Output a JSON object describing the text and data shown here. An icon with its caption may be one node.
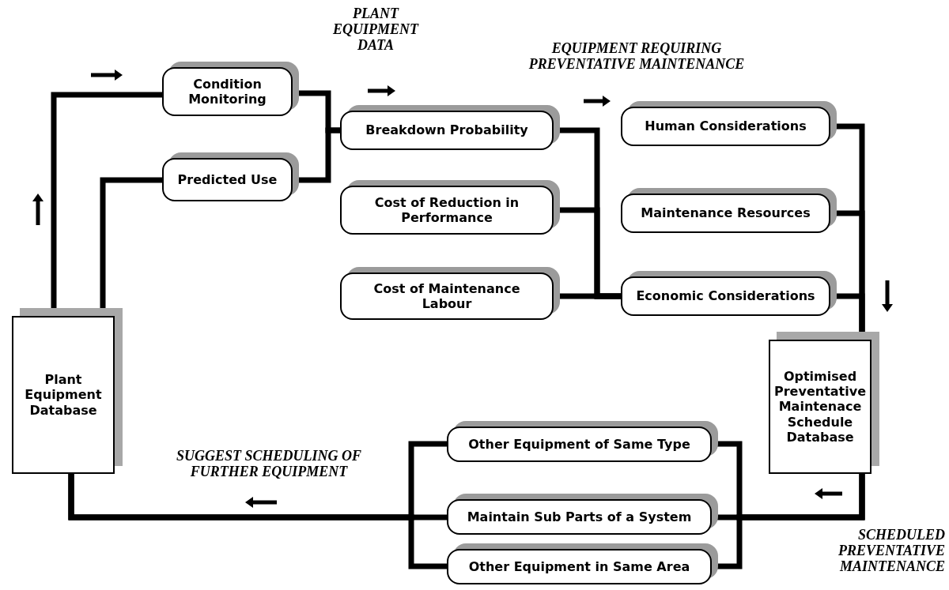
{
  "diagram": {
    "nodes": [
      {
        "text": [
          "Plant Equipment Database"
        ]
      },
      {
        "text": [
          "Condition Monitoring"
        ]
      },
      {
        "text": [
          "Predicted Use"
        ]
      },
      {
        "text": [
          "Breakdown Probability"
        ]
      },
      {
        "text": [
          "Cost of Reduction in Performance"
        ]
      },
      {
        "text": [
          "Cost of Maintenance Labour"
        ]
      },
      {
        "text": [
          "Human Considerations"
        ]
      },
      {
        "text": [
          "Maintenance Resources"
        ]
      },
      {
        "text": [
          "Economic Considerations"
        ]
      },
      {
        "text": [
          "Optimised Preventative Maintenace Schedule Database"
        ]
      },
      {
        "text": [
          "Other Equipment of Same Type"
        ]
      },
      {
        "text": [
          "Maintain Sub Parts of a System"
        ]
      },
      {
        "text": [
          "Other Equipment in Same Area"
        ]
      }
    ],
    "edges": [
      {
        "from": 0,
        "to": 1,
        "arrow": "none"
      },
      {
        "from": 0,
        "to": 2,
        "arrow": "none"
      },
      {
        "from": 1,
        "to": 3,
        "arrow": "none"
      },
      {
        "from": 2,
        "to": 3,
        "arrow": "none"
      },
      {
        "from": 3,
        "to": 8,
        "arrow": "none"
      },
      {
        "from": 4,
        "to": 8,
        "arrow": "none"
      },
      {
        "from": 5,
        "to": 8,
        "arrow": "none"
      },
      {
        "from": 6,
        "to": 9,
        "arrow": "none"
      },
      {
        "from": 7,
        "to": 9,
        "arrow": "none"
      },
      {
        "from": 8,
        "to": 9,
        "arrow": "none"
      },
      {
        "from": 9,
        "to": 10,
        "arrow": "none"
      },
      {
        "from": 9,
        "to": 11,
        "arrow": "none"
      },
      {
        "from": 9,
        "to": 12,
        "arrow": "none"
      },
      {
        "from": 10,
        "to": 0,
        "arrow": "none"
      },
      {
        "from": 11,
        "to": 0,
        "arrow": "none"
      },
      {
        "from": 12,
        "to": 0,
        "arrow": "none"
      }
    ],
    "labels": [
      "PLANT EQUIPMENT DATA",
      "EQUIPMENT REQUIRING PREVENTATIVE MAINTENANCE",
      "SUGGEST SCHEDULING OF FURTHER EQUIPMENT",
      "SCHEDULED PREVENTATIVE MAINTENANCE"
    ]
  }
}
